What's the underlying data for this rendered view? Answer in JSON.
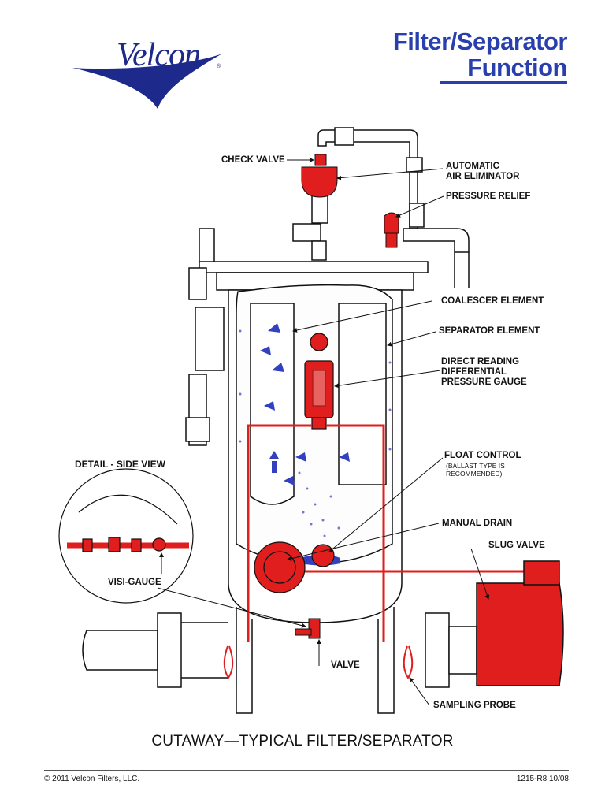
{
  "brand": {
    "name": "Velcon",
    "reg_mark": "®"
  },
  "header": {
    "title_line1": "Filter/Separator",
    "title_line2": "Function"
  },
  "labels": {
    "check_valve": "CHECK VALVE",
    "air_eliminator_1": "AUTOMATIC",
    "air_eliminator_2": "AIR ELIMINATOR",
    "pressure_relief": "PRESSURE RELIEF",
    "coalescer": "COALESCER ELEMENT",
    "separator": "SEPARATOR ELEMENT",
    "dp_gauge_1": "DIRECT READING",
    "dp_gauge_2": "DIFFERENTIAL",
    "dp_gauge_3": "PRESSURE GAUGE",
    "detail": "DETAIL - SIDE VIEW",
    "float_control": "FLOAT CONTROL",
    "float_note_1": "(BALLAST TYPE IS",
    "float_note_2": "RECOMMENDED)",
    "manual_drain": "MANUAL DRAIN",
    "slug_valve": "SLUG VALVE",
    "visi_gauge": "VISI-GAUGE",
    "valve": "VALVE",
    "sampling_probe": "SAMPLING PROBE"
  },
  "caption": "CUTAWAY—TYPICAL FILTER/SEPARATOR",
  "footer": {
    "copyright": "© 2011 Velcon Filters, LLC.",
    "doc_code": "1215-R8 10/08"
  },
  "colors": {
    "brand_blue": "#2a3fae",
    "logo_blue": "#1d2a8c",
    "component_red": "#e01e1e",
    "flow_blue": "#3341c0"
  }
}
